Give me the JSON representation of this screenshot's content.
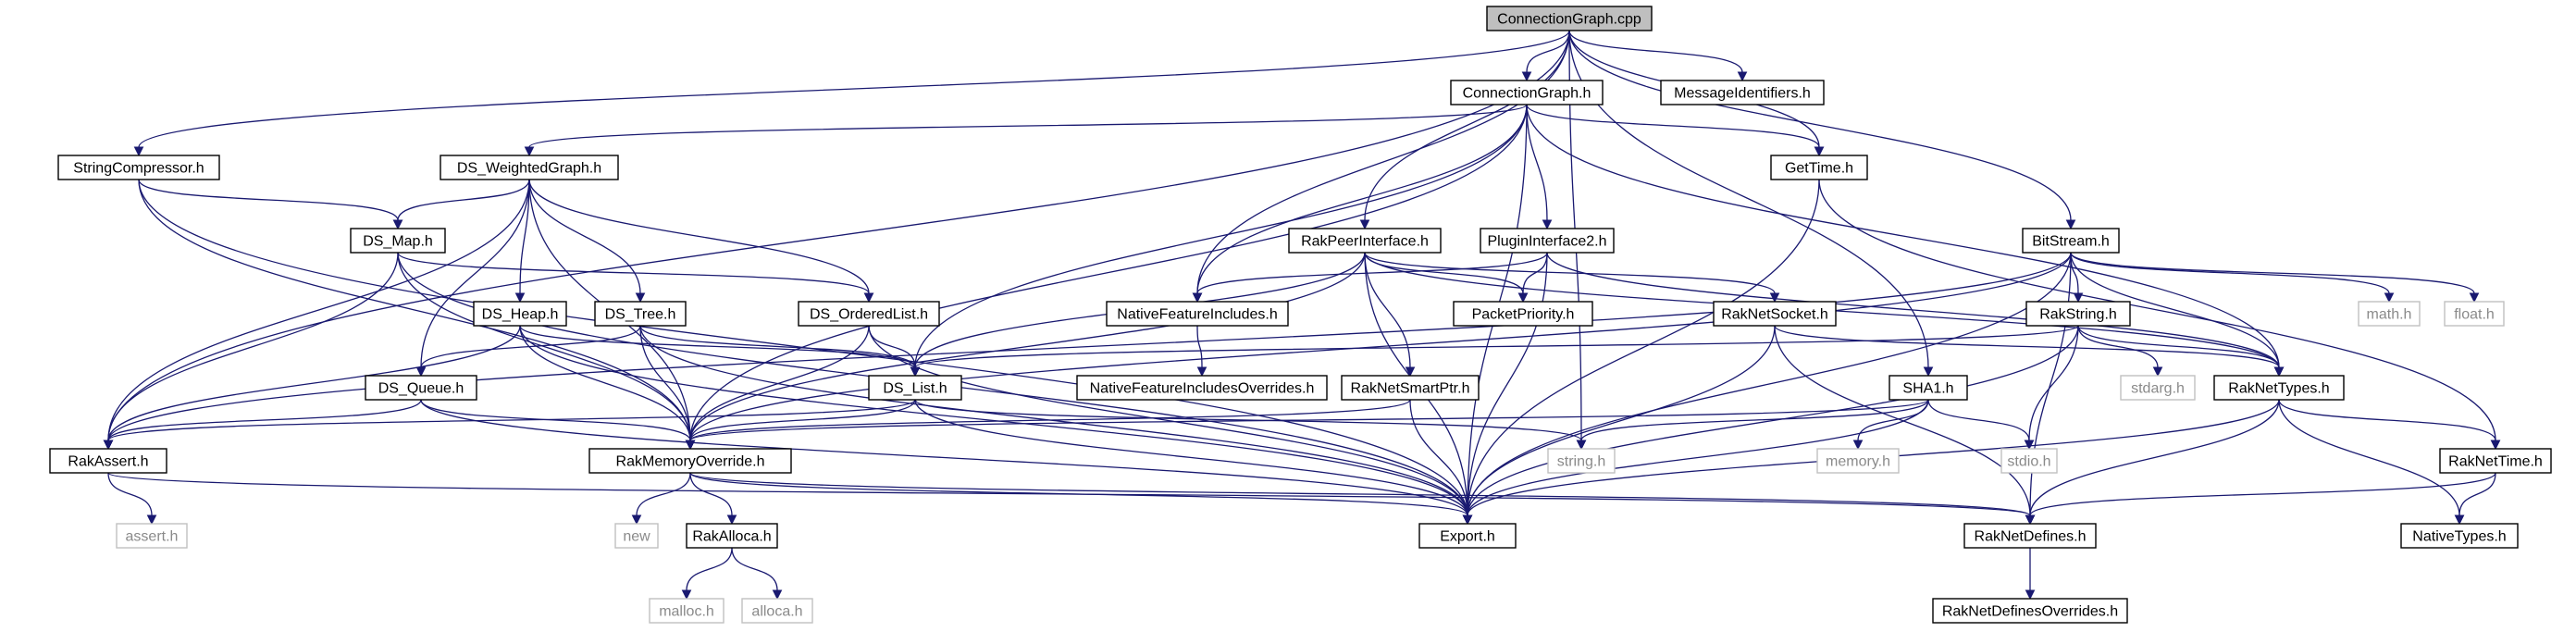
{
  "colors": {
    "edge": "#191970",
    "root_fill": "#bfbfbf",
    "system_text": "#8a8a8a",
    "system_border": "#c0c0c0"
  },
  "nodes": [
    {
      "id": "cg_cpp",
      "label": "ConnectionGraph.cpp",
      "type": "root"
    },
    {
      "id": "cg_h",
      "label": "ConnectionGraph.h",
      "type": "file"
    },
    {
      "id": "msgid",
      "label": "MessageIdentifiers.h",
      "type": "file"
    },
    {
      "id": "strcomp",
      "label": "StringCompressor.h",
      "type": "file"
    },
    {
      "id": "dswg",
      "label": "DS_WeightedGraph.h",
      "type": "file"
    },
    {
      "id": "gettime",
      "label": "GetTime.h",
      "type": "file"
    },
    {
      "id": "dsmap",
      "label": "DS_Map.h",
      "type": "file"
    },
    {
      "id": "rpi",
      "label": "RakPeerInterface.h",
      "type": "file"
    },
    {
      "id": "pi2",
      "label": "PluginInterface2.h",
      "type": "file"
    },
    {
      "id": "bitstream",
      "label": "BitStream.h",
      "type": "file"
    },
    {
      "id": "dsheap",
      "label": "DS_Heap.h",
      "type": "file"
    },
    {
      "id": "dstree",
      "label": "DS_Tree.h",
      "type": "file"
    },
    {
      "id": "dsol",
      "label": "DS_OrderedList.h",
      "type": "file"
    },
    {
      "id": "nfi",
      "label": "NativeFeatureIncludes.h",
      "type": "file"
    },
    {
      "id": "pp",
      "label": "PacketPriority.h",
      "type": "file"
    },
    {
      "id": "rns",
      "label": "RakNetSocket.h",
      "type": "file"
    },
    {
      "id": "rakstring",
      "label": "RakString.h",
      "type": "file"
    },
    {
      "id": "math",
      "label": "math.h",
      "type": "sys"
    },
    {
      "id": "float",
      "label": "float.h",
      "type": "sys"
    },
    {
      "id": "dsqueue",
      "label": "DS_Queue.h",
      "type": "file"
    },
    {
      "id": "dslist",
      "label": "DS_List.h",
      "type": "file"
    },
    {
      "id": "nfio",
      "label": "NativeFeatureIncludesOverrides.h",
      "type": "file"
    },
    {
      "id": "rnsp",
      "label": "RakNetSmartPtr.h",
      "type": "file"
    },
    {
      "id": "sha1",
      "label": "SHA1.h",
      "type": "file"
    },
    {
      "id": "stdarg",
      "label": "stdarg.h",
      "type": "sys"
    },
    {
      "id": "rnt",
      "label": "RakNetTypes.h",
      "type": "file"
    },
    {
      "id": "rakassert",
      "label": "RakAssert.h",
      "type": "file"
    },
    {
      "id": "rmo",
      "label": "RakMemoryOverride.h",
      "type": "file"
    },
    {
      "id": "string",
      "label": "string.h",
      "type": "sys"
    },
    {
      "id": "memory",
      "label": "memory.h",
      "type": "sys"
    },
    {
      "id": "stdio",
      "label": "stdio.h",
      "type": "sys"
    },
    {
      "id": "raknettime",
      "label": "RakNetTime.h",
      "type": "file"
    },
    {
      "id": "assert",
      "label": "assert.h",
      "type": "sys"
    },
    {
      "id": "new",
      "label": "new",
      "type": "sys"
    },
    {
      "id": "rakalloca",
      "label": "RakAlloca.h",
      "type": "file"
    },
    {
      "id": "export",
      "label": "Export.h",
      "type": "file"
    },
    {
      "id": "rnd",
      "label": "RakNetDefines.h",
      "type": "file"
    },
    {
      "id": "nativetypes",
      "label": "NativeTypes.h",
      "type": "file"
    },
    {
      "id": "malloc",
      "label": "malloc.h",
      "type": "sys"
    },
    {
      "id": "alloca",
      "label": "alloca.h",
      "type": "sys"
    },
    {
      "id": "rndo",
      "label": "RakNetDefinesOverrides.h",
      "type": "file"
    }
  ],
  "edges": [
    [
      "cg_cpp",
      "cg_h"
    ],
    [
      "cg_cpp",
      "msgid"
    ],
    [
      "cg_cpp",
      "strcomp"
    ],
    [
      "cg_cpp",
      "gettime"
    ],
    [
      "cg_cpp",
      "rpi"
    ],
    [
      "cg_cpp",
      "bitstream"
    ],
    [
      "cg_cpp",
      "nfi"
    ],
    [
      "cg_cpp",
      "rakassert"
    ],
    [
      "cg_cpp",
      "sha1"
    ],
    [
      "cg_cpp",
      "string"
    ],
    [
      "cg_h",
      "dswg"
    ],
    [
      "cg_h",
      "gettime"
    ],
    [
      "cg_h",
      "pi2"
    ],
    [
      "cg_h",
      "nfi"
    ],
    [
      "cg_h",
      "dslist"
    ],
    [
      "cg_h",
      "rmo"
    ],
    [
      "cg_h",
      "export"
    ],
    [
      "cg_h",
      "rnt"
    ],
    [
      "strcomp",
      "dsmap"
    ],
    [
      "strcomp",
      "rmo"
    ],
    [
      "strcomp",
      "export"
    ],
    [
      "dswg",
      "dsmap"
    ],
    [
      "dswg",
      "dsheap"
    ],
    [
      "dswg",
      "dstree"
    ],
    [
      "dswg",
      "dsol"
    ],
    [
      "dswg",
      "dsqueue"
    ],
    [
      "dswg",
      "rakassert"
    ],
    [
      "dswg",
      "rmo"
    ],
    [
      "gettime",
      "export"
    ],
    [
      "gettime",
      "raknettime"
    ],
    [
      "dsmap",
      "dsol"
    ],
    [
      "dsmap",
      "rmo"
    ],
    [
      "dsmap",
      "rakassert"
    ],
    [
      "dsmap",
      "export"
    ],
    [
      "rpi",
      "pp"
    ],
    [
      "rpi",
      "rns"
    ],
    [
      "rpi",
      "rnsp"
    ],
    [
      "rpi",
      "dslist"
    ],
    [
      "rpi",
      "rmo"
    ],
    [
      "rpi",
      "export"
    ],
    [
      "rpi",
      "rnt"
    ],
    [
      "pi2",
      "nfi"
    ],
    [
      "pi2",
      "pp"
    ],
    [
      "pi2",
      "rnt"
    ],
    [
      "pi2",
      "export"
    ],
    [
      "bitstream",
      "rakstring"
    ],
    [
      "bitstream",
      "rnt"
    ],
    [
      "bitstream",
      "rmo"
    ],
    [
      "bitstream",
      "rakassert"
    ],
    [
      "bitstream",
      "export"
    ],
    [
      "bitstream",
      "rnd"
    ],
    [
      "bitstream",
      "math"
    ],
    [
      "bitstream",
      "float"
    ],
    [
      "dsheap",
      "dslist"
    ],
    [
      "dsheap",
      "rmo"
    ],
    [
      "dsheap",
      "export"
    ],
    [
      "dsheap",
      "rakassert"
    ],
    [
      "dstree",
      "dsqueue"
    ],
    [
      "dstree",
      "dslist"
    ],
    [
      "dstree",
      "rmo"
    ],
    [
      "dstree",
      "export"
    ],
    [
      "dsol",
      "dslist"
    ],
    [
      "dsol",
      "rmo"
    ],
    [
      "dsol",
      "export"
    ],
    [
      "nfi",
      "nfio"
    ],
    [
      "rns",
      "rnt"
    ],
    [
      "rns",
      "export"
    ],
    [
      "rns",
      "rnd"
    ],
    [
      "rakstring",
      "rnt"
    ],
    [
      "rakstring",
      "stdarg"
    ],
    [
      "rakstring",
      "stdio"
    ],
    [
      "rakstring",
      "export"
    ],
    [
      "rakstring",
      "dslist"
    ],
    [
      "dsqueue",
      "rakassert"
    ],
    [
      "dsqueue",
      "rmo"
    ],
    [
      "dsqueue",
      "export"
    ],
    [
      "dslist",
      "rakassert"
    ],
    [
      "dslist",
      "rmo"
    ],
    [
      "dslist",
      "string"
    ],
    [
      "dslist",
      "export"
    ],
    [
      "rnsp",
      "rmo"
    ],
    [
      "rnsp",
      "export"
    ],
    [
      "sha1",
      "rmo"
    ],
    [
      "sha1",
      "string"
    ],
    [
      "sha1",
      "memory"
    ],
    [
      "sha1",
      "stdio"
    ],
    [
      "sha1",
      "export"
    ],
    [
      "rnt",
      "raknettime"
    ],
    [
      "rnt",
      "nativetypes"
    ],
    [
      "rnt",
      "export"
    ],
    [
      "rnt",
      "rnd"
    ],
    [
      "rakassert",
      "assert"
    ],
    [
      "rakassert",
      "rnd"
    ],
    [
      "rmo",
      "new"
    ],
    [
      "rmo",
      "rakalloca"
    ],
    [
      "rmo",
      "export"
    ],
    [
      "rmo",
      "rnd"
    ],
    [
      "raknettime",
      "nativetypes"
    ],
    [
      "raknettime",
      "rnd"
    ],
    [
      "rakalloca",
      "malloc"
    ],
    [
      "rakalloca",
      "alloca"
    ],
    [
      "rnd",
      "rndo"
    ]
  ]
}
